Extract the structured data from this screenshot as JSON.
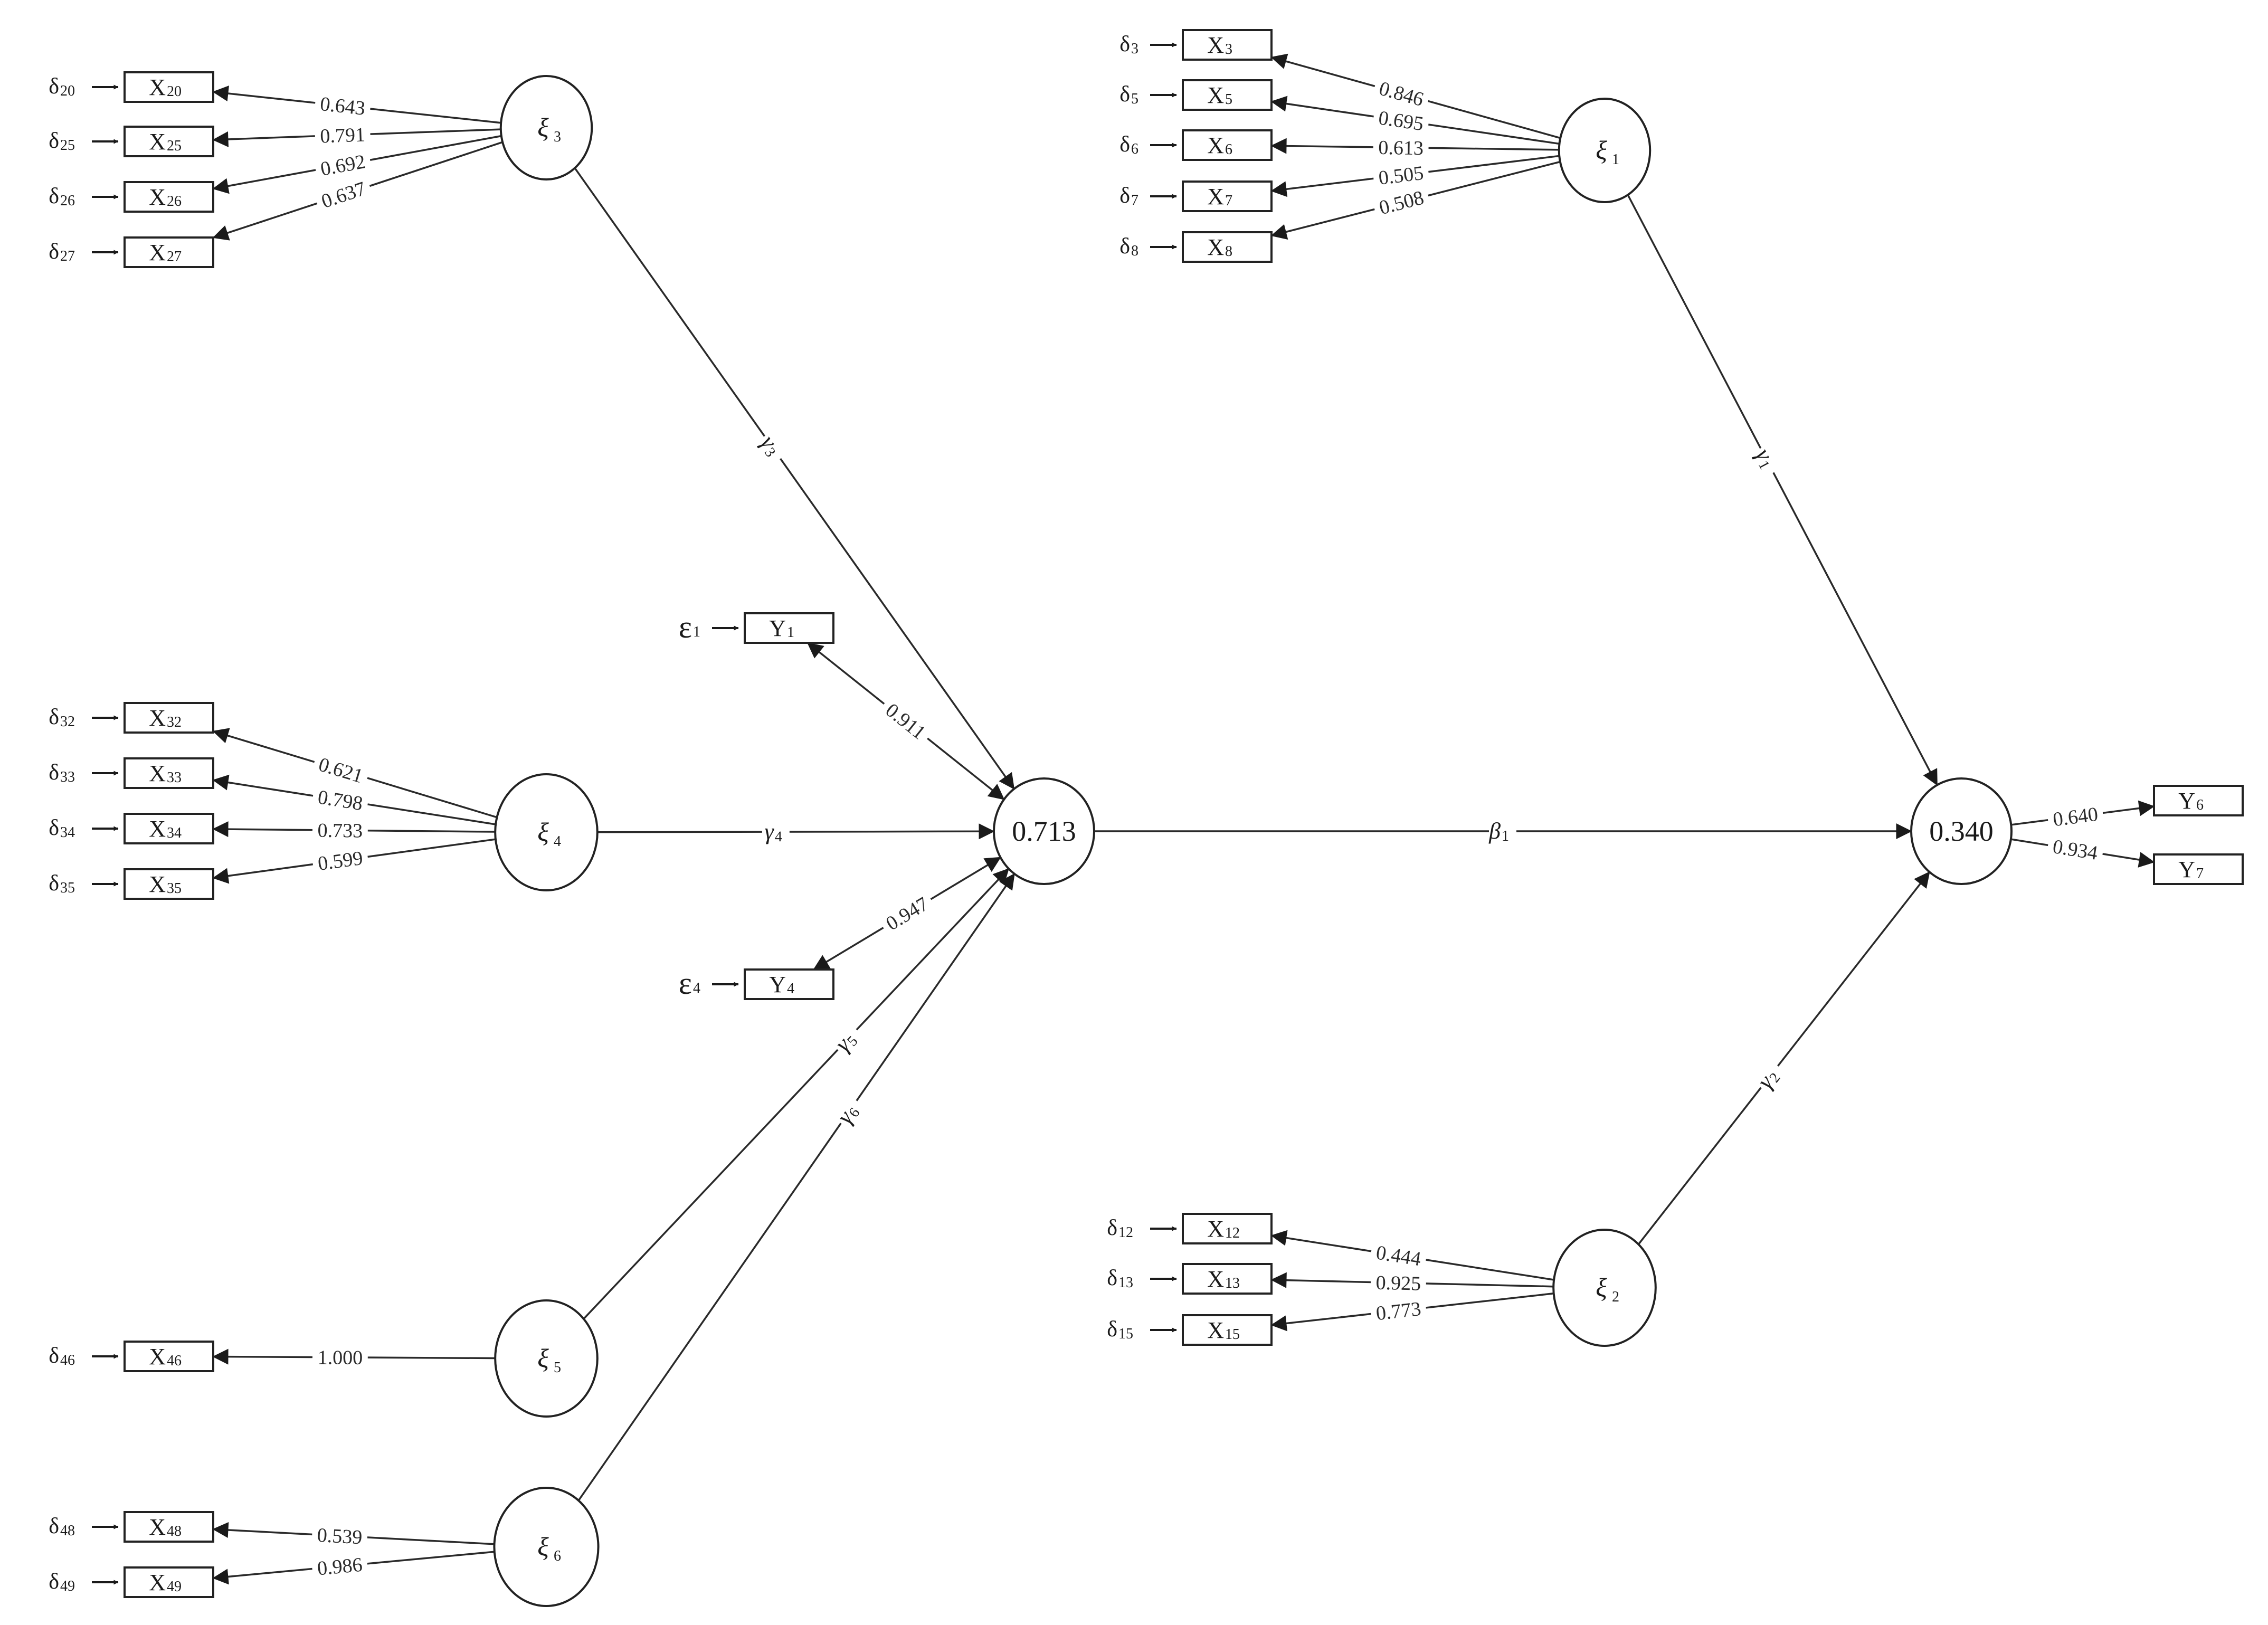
{
  "latents": [
    {
      "id": "xi3",
      "symbol": "ξ",
      "sub": "3"
    },
    {
      "id": "xi4",
      "symbol": "ξ",
      "sub": "4"
    },
    {
      "id": "xi5",
      "symbol": "ξ",
      "sub": "5"
    },
    {
      "id": "xi6",
      "symbol": "ξ",
      "sub": "6"
    },
    {
      "id": "xi1",
      "symbol": "ξ",
      "sub": "1"
    },
    {
      "id": "xi2",
      "symbol": "ξ",
      "sub": "2"
    },
    {
      "id": "eta1",
      "value": "0.713"
    },
    {
      "id": "eta2",
      "value": "0.340"
    }
  ],
  "indicators": [
    {
      "id": "X20",
      "error": "δ20",
      "latent": "xi3",
      "loading": "0.643"
    },
    {
      "id": "X25",
      "error": "δ25",
      "latent": "xi3",
      "loading": "0.791"
    },
    {
      "id": "X26",
      "error": "δ26",
      "latent": "xi3",
      "loading": "0.692"
    },
    {
      "id": "X27",
      "error": "δ27",
      "latent": "xi3",
      "loading": "0.637"
    },
    {
      "id": "X32",
      "error": "δ32",
      "latent": "xi4",
      "loading": "0.621"
    },
    {
      "id": "X33",
      "error": "δ33",
      "latent": "xi4",
      "loading": "0.798"
    },
    {
      "id": "X34",
      "error": "δ34",
      "latent": "xi4",
      "loading": "0.733"
    },
    {
      "id": "X35",
      "error": "δ35",
      "latent": "xi4",
      "loading": "0.599"
    },
    {
      "id": "X46",
      "error": "δ46",
      "latent": "xi5",
      "loading": "1.000"
    },
    {
      "id": "X48",
      "error": "δ48",
      "latent": "xi6",
      "loading": "0.539"
    },
    {
      "id": "X49",
      "error": "δ49",
      "latent": "xi6",
      "loading": "0.986"
    },
    {
      "id": "X3",
      "error": "δ3",
      "latent": "xi1",
      "loading": "0.846"
    },
    {
      "id": "X5",
      "error": "δ5",
      "latent": "xi1",
      "loading": "0.695"
    },
    {
      "id": "X6",
      "error": "δ6",
      "latent": "xi1",
      "loading": "0.613"
    },
    {
      "id": "X7",
      "error": "δ7",
      "latent": "xi1",
      "loading": "0.505"
    },
    {
      "id": "X8",
      "error": "δ8",
      "latent": "xi1",
      "loading": "0.508"
    },
    {
      "id": "X12",
      "error": "δ12",
      "latent": "xi2",
      "loading": "0.444"
    },
    {
      "id": "X13",
      "error": "δ13",
      "latent": "xi2",
      "loading": "0.925"
    },
    {
      "id": "X15",
      "error": "δ15",
      "latent": "xi2",
      "loading": "0.773"
    },
    {
      "id": "Y1",
      "error": "ε1",
      "latent": "eta1",
      "loading": "0.911"
    },
    {
      "id": "Y4",
      "error": "ε4",
      "latent": "eta1",
      "loading": "0.947"
    },
    {
      "id": "Y6",
      "error": "",
      "latent": "eta2",
      "loading": "0.640"
    },
    {
      "id": "Y7",
      "error": "",
      "latent": "eta2",
      "loading": "0.934"
    }
  ],
  "structural_paths": [
    {
      "from": "xi3",
      "to": "eta1",
      "label": "γ3"
    },
    {
      "from": "xi4",
      "to": "eta1",
      "label": "γ4"
    },
    {
      "from": "xi5",
      "to": "eta1",
      "label": "γ5"
    },
    {
      "from": "xi6",
      "to": "eta1",
      "label": "γ6"
    },
    {
      "from": "xi1",
      "to": "eta2",
      "label": "γ1"
    },
    {
      "from": "xi2",
      "to": "eta2",
      "label": "γ2"
    },
    {
      "from": "eta1",
      "to": "eta2",
      "label": "β1"
    }
  ],
  "colors": {
    "line": "#2a2a2a",
    "text": "#1a1a1a",
    "background": "#ffffff"
  }
}
